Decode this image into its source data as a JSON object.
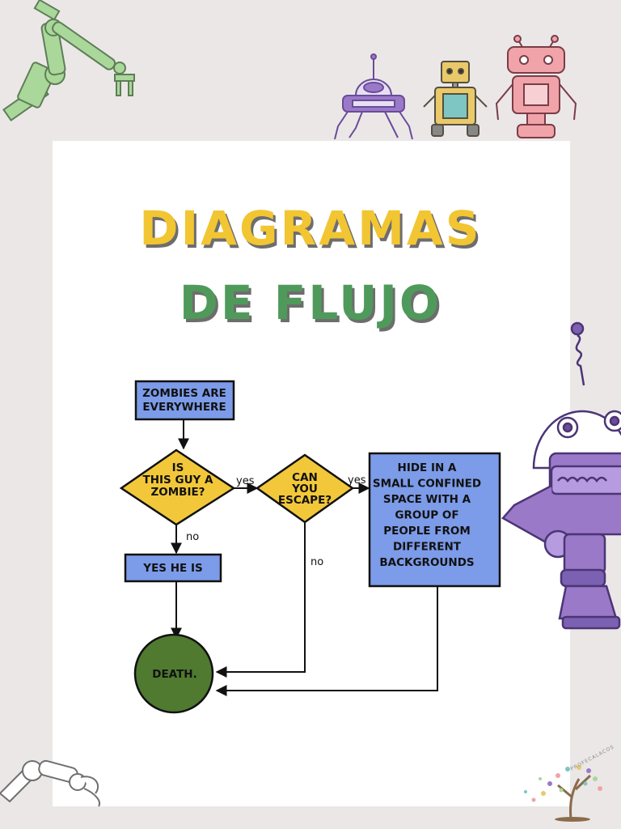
{
  "title": {
    "line1": "DIAGRAMAS",
    "line2": "DE FLUJO",
    "line1_color": "#f2c532",
    "line2_color": "#4f9a5b",
    "shadow_color": "#6d6d6d"
  },
  "flowchart": {
    "start": "ZOMBIES ARE|EVERYWHERE",
    "decision_zombie": "IS|THIS GUY A|ZOMBIE?",
    "decision_escape": "CAN|YOU|ESCAPE?",
    "process_yes": "YES HE IS",
    "process_hide": "HIDE IN A|SMALL CONFINED|SPACE WITH A|GROUP OF|PEOPLE FROM|DIFFERENT|BACKGROUNDS",
    "end": "DEATH.",
    "edge_yes_1": "yes",
    "edge_yes_2": "yes",
    "edge_no_1": "no",
    "edge_no_2": "no",
    "box_color": "#7c9be8",
    "diamond_color": "#f2c83a",
    "end_color": "#4f7a2f"
  },
  "decorations": {
    "left_robot_arm": "robot-arm-icon",
    "top_robots": [
      "spider-robot-icon",
      "box-robot-icon",
      "pink-robot-icon"
    ],
    "right_robot": "purple-robot-icon",
    "bottom_left": "robot-claw-icon",
    "watermark_tree": "tree-logo-icon",
    "watermark_text": "PROFECALACOS",
    "colors": {
      "green": "#a9d89a",
      "purple": "#9a79c9",
      "purple_dark": "#6a4c98",
      "pink": "#f0a3a8",
      "yellow": "#e9c96a",
      "teal": "#7ec6c4"
    }
  }
}
